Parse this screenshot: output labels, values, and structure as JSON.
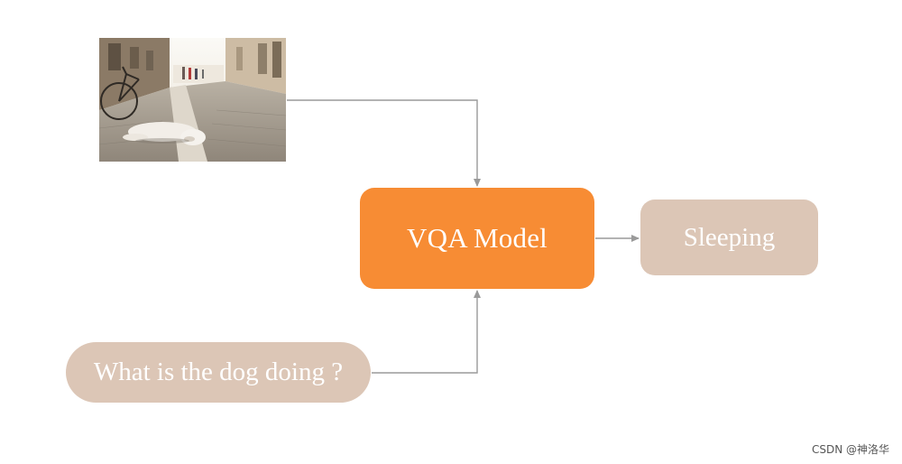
{
  "image": {
    "content": "dog-lying-on-cobblestone-street-with-bicycle"
  },
  "model": {
    "label": "VQA Model",
    "color": "#f78c34"
  },
  "output": {
    "label": "Sleeping",
    "color": "#dcc6b6"
  },
  "question": {
    "label": "What is the dog doing ?",
    "color": "#dcc6b6"
  },
  "connector_color": "#9a9a9a",
  "watermark": "CSDN @神洛华"
}
